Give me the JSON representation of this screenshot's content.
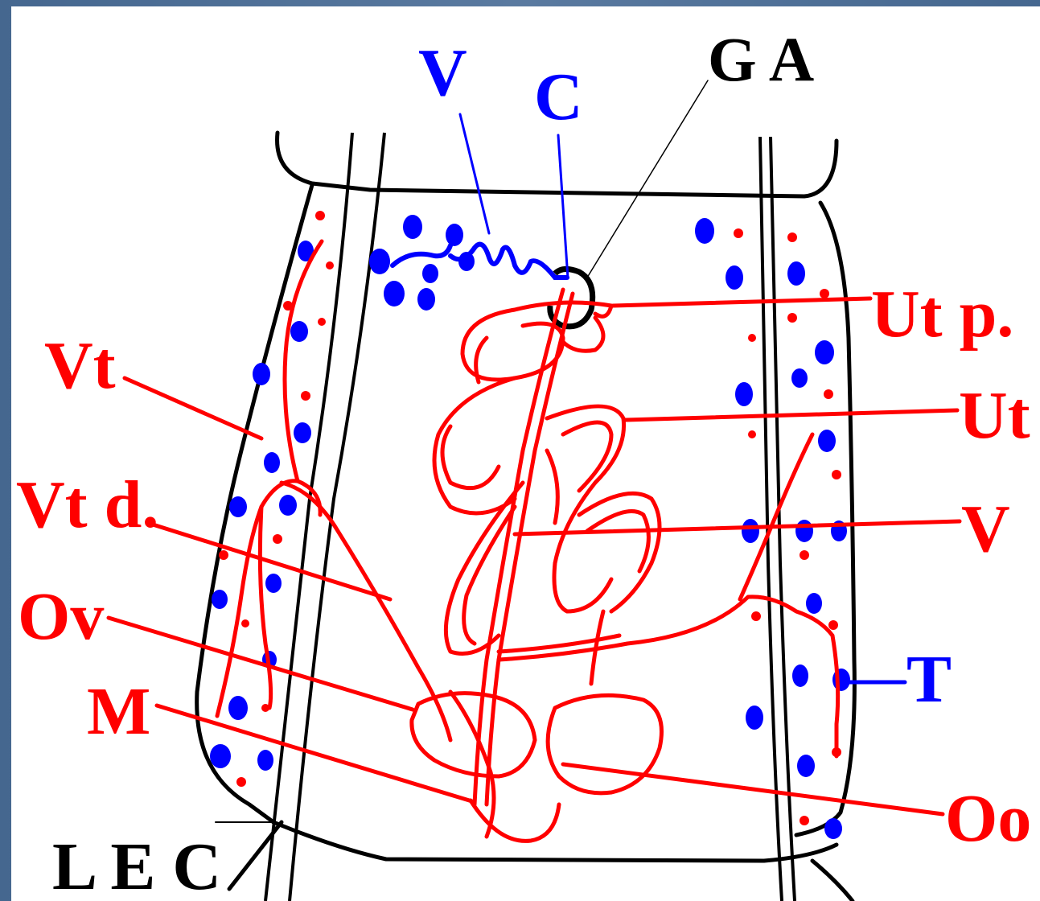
{
  "diagram": {
    "labels": {
      "ga": "G A",
      "v_top": "V",
      "c": "C",
      "utp": "Ut p.",
      "ut": "Ut",
      "v_right": "V",
      "t": "T",
      "oo": "Oo",
      "vt": "Vt",
      "vtd": "Vt d.",
      "ov": "Ov",
      "m": "M",
      "lec": "L E C"
    },
    "colors": {
      "red": "#ff0000",
      "blue": "#0000ff",
      "black": "#000000",
      "frame": "#4a6a8e"
    }
  }
}
